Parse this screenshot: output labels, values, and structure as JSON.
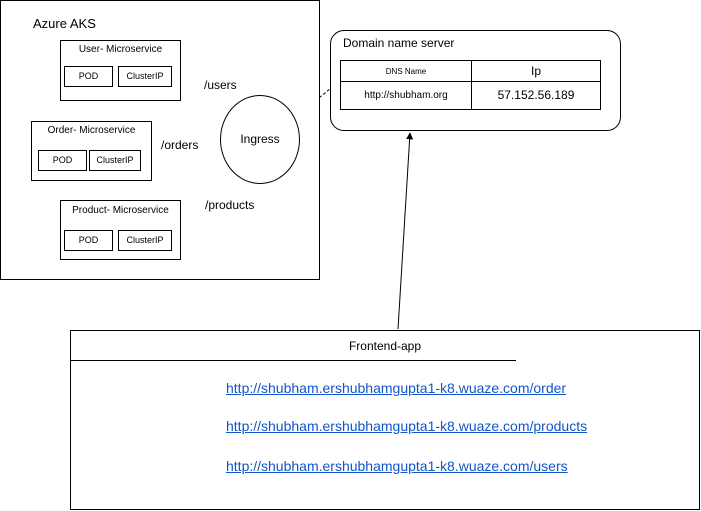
{
  "aks": {
    "title": "Azure AKS",
    "services": [
      {
        "name": "User- Microservice",
        "pod": "POD",
        "cluster": "ClusterIP",
        "route": "/users"
      },
      {
        "name": "Order- Microservice",
        "pod": "POD",
        "cluster": "ClusterIP",
        "route": "/orders"
      },
      {
        "name": "Product- Microservice",
        "pod": "POD",
        "cluster": "ClusterIP",
        "route": "/products"
      }
    ],
    "ingress": "Ingress"
  },
  "dns": {
    "title": "Domain name server",
    "headers": [
      "DNS Name",
      "Ip"
    ],
    "row": [
      "http://shubham.org",
      "57.152.56.189"
    ]
  },
  "frontend": {
    "title": "Frontend-app",
    "links": [
      "http://shubham.ershubhamgupta1-k8.wuaze.com/order",
      "http://shubham.ershubhamgupta1-k8.wuaze.com/products",
      "http://shubham.ershubhamgupta1-k8.wuaze.com/users"
    ]
  }
}
